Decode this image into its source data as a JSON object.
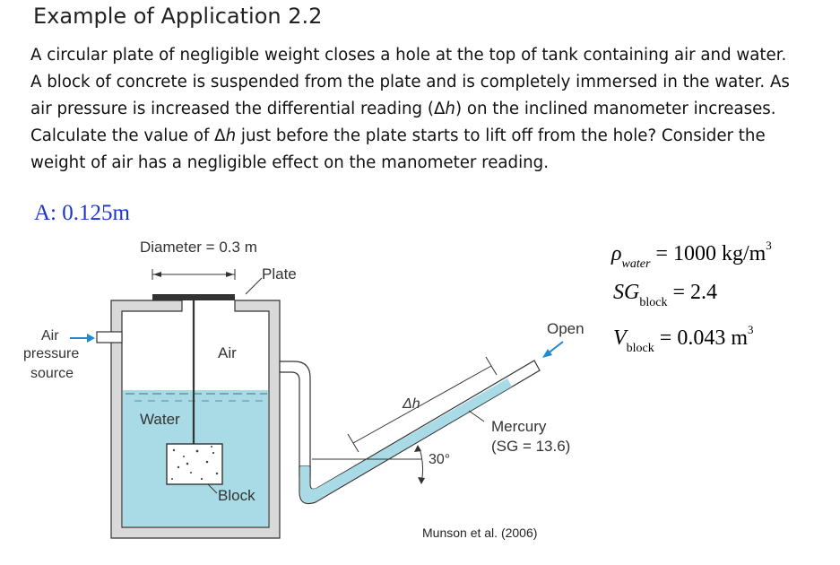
{
  "header": {
    "title": "Example of Application 2.2"
  },
  "problem": {
    "text_part1": "A circular plate of negligible weight closes a hole at the top of tank containing air and water. A block of concrete is suspended from the plate and is completely immersed in the water. As air pressure is increased the differential reading (Δ",
    "var_h": "h",
    "text_part2": ") on the inclined manometer increases. Calculate the value of Δ",
    "var_h2": "h",
    "text_part3": " just before the plate starts to lift off from the hole? Consider the weight of air has a negligible effect on the manometer reading."
  },
  "answer": {
    "text": "A: 0.125m"
  },
  "figure": {
    "diameter_label": "Diameter = 0.3 m",
    "plate_label": "Plate",
    "air_source_line1": "Air",
    "air_source_line2": "pressure",
    "air_source_line3": "source",
    "air_label": "Air",
    "water_label": "Water",
    "block_label": "Block",
    "dh_label": "Δh",
    "angle_label": "30°",
    "open_label": "Open",
    "mercury_line1": "Mercury",
    "mercury_line2": "(SG = 13.6)",
    "credit": "Munson et al. (2006)"
  },
  "given": {
    "rho_symbol": "ρ",
    "rho_sub": "water",
    "rho_value": " = 1000 kg/m",
    "rho_exp": "3",
    "sg_symbol": "SG",
    "sg_sub": "block",
    "sg_value": " = 2.4",
    "v_symbol": "V",
    "v_sub": "block",
    "v_value": " = 0.043 m",
    "v_exp": "3"
  },
  "colors": {
    "water": "#a9dbe6",
    "tank_wall": "#d9d9d9",
    "answer": "#1a36c8",
    "arrow": "#1f8ad1"
  }
}
